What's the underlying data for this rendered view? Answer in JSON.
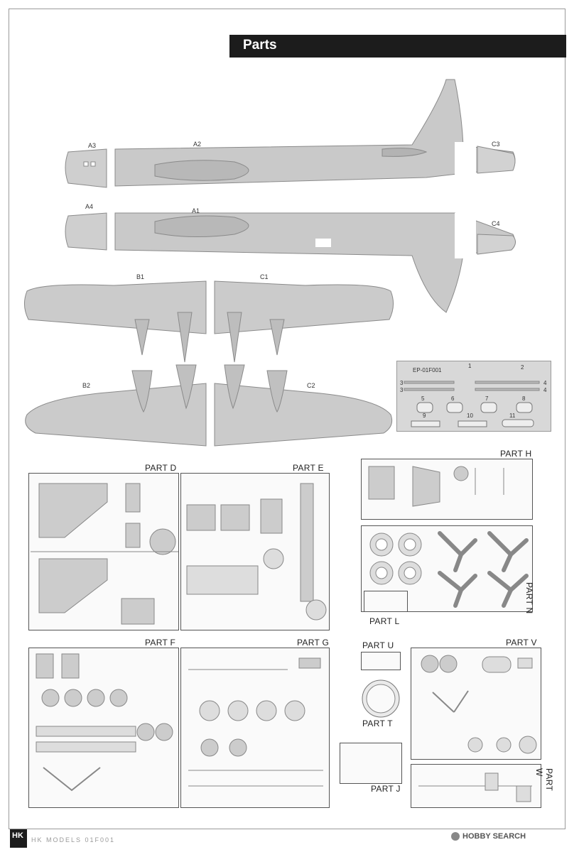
{
  "header": {
    "title": "Parts"
  },
  "fuselage_labels": {
    "a1": "A1",
    "a2": "A2",
    "a3": "A3",
    "a4": "A4",
    "c3": "C3",
    "c4": "C4"
  },
  "wing_labels": {
    "b1": "B1",
    "b2": "B2",
    "c1": "C1",
    "c2": "C2"
  },
  "etch": {
    "code": "EP-01F001",
    "numbers": [
      "1",
      "2",
      "3",
      "3",
      "4",
      "4",
      "5",
      "6",
      "7",
      "8",
      "9",
      "10",
      "11"
    ]
  },
  "parts": {
    "d": "PART D",
    "e": "PART E",
    "h": "PART H",
    "n": "PART N",
    "l": "PART L",
    "f": "PART F",
    "g": "PART G",
    "u": "PART U",
    "t": "PART T",
    "j": "PART J",
    "v": "PART V",
    "w": "PART W"
  },
  "footer": {
    "text": "HK MODELS  01F001",
    "logo": "HK"
  },
  "watermark": {
    "text": "HOBBY SEARCH"
  }
}
